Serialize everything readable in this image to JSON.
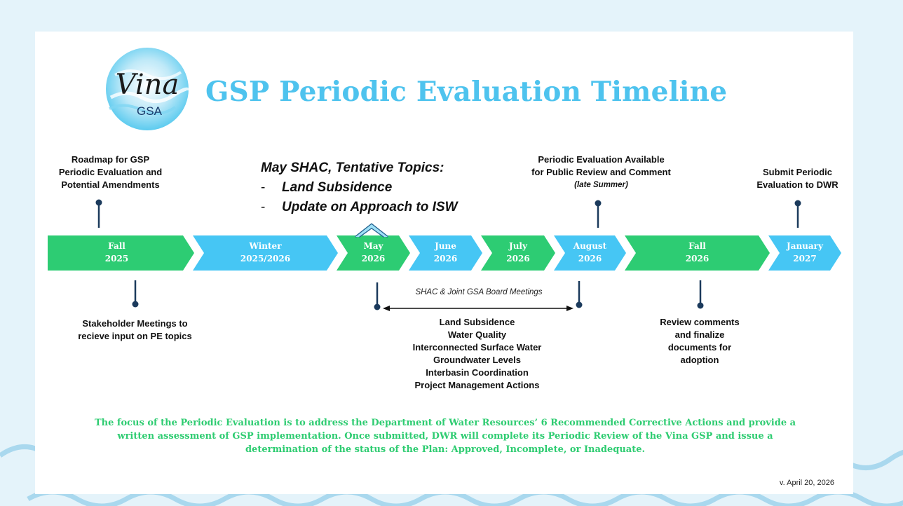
{
  "header": {
    "title": "GSP Periodic Evaluation Timeline",
    "logo_text_main": "Vina",
    "logo_text_sub": "GSA"
  },
  "timeline": {
    "segments": [
      {
        "line1": "Fall",
        "line2": "2025"
      },
      {
        "line1": "Winter",
        "line2": "2025/2026"
      },
      {
        "line1": "May",
        "line2": "2026"
      },
      {
        "line1": "June",
        "line2": "2026"
      },
      {
        "line1": "July",
        "line2": "2026"
      },
      {
        "line1": "August",
        "line2": "2026"
      },
      {
        "line1": "Fall",
        "line2": "2026"
      },
      {
        "line1": "January",
        "line2": "2027"
      }
    ]
  },
  "notes": {
    "roadmap": [
      "Roadmap for GSP",
      "Periodic Evaluation and",
      "Potential Amendments"
    ],
    "public_review": [
      "Periodic Evaluation Available",
      "for Public Review and Comment"
    ],
    "public_review_sub": "(late Summer)",
    "submit": [
      "Submit Periodic",
      "Evaluation to DWR"
    ],
    "stakeholder": [
      "Stakeholder Meetings to",
      "recieve input on PE topics"
    ],
    "review_comments": [
      "Review comments",
      "and finalize",
      "documents for",
      "adoption"
    ]
  },
  "shac": {
    "heading": "May SHAC, Tentative Topics:",
    "items": [
      "Land Subsidence",
      "Update on Approach to ISW"
    ]
  },
  "board_meetings": {
    "label": "SHAC & Joint GSA Board Meetings",
    "topics": [
      "Land Subsidence",
      "Water Quality",
      "Interconnected Surface Water",
      "Groundwater Levels",
      "Interbasin Coordination",
      "Project Management Actions"
    ]
  },
  "footer": {
    "focus": "The focus of the Periodic Evaluation is to address the Department of Water Resources’ 6 Recommended Corrective Actions and provide a written assessment of GSP implementation. Once submitted, DWR will complete its Periodic Review of the Vina GSP and issue a determination of the status of the Plan: Approved, Incomplete, or Inadequate.",
    "version": "v. April 20, 2026"
  },
  "colors": {
    "green": "#2dcc73",
    "blue": "#46c6f4",
    "title_blue": "#4ec3ee",
    "focus_green": "#2ecc71",
    "marker_navy": "#1b3a5c"
  },
  "icons": [
    "wave-border",
    "caret-up-icon",
    "pin-marker",
    "double-arrow"
  ]
}
